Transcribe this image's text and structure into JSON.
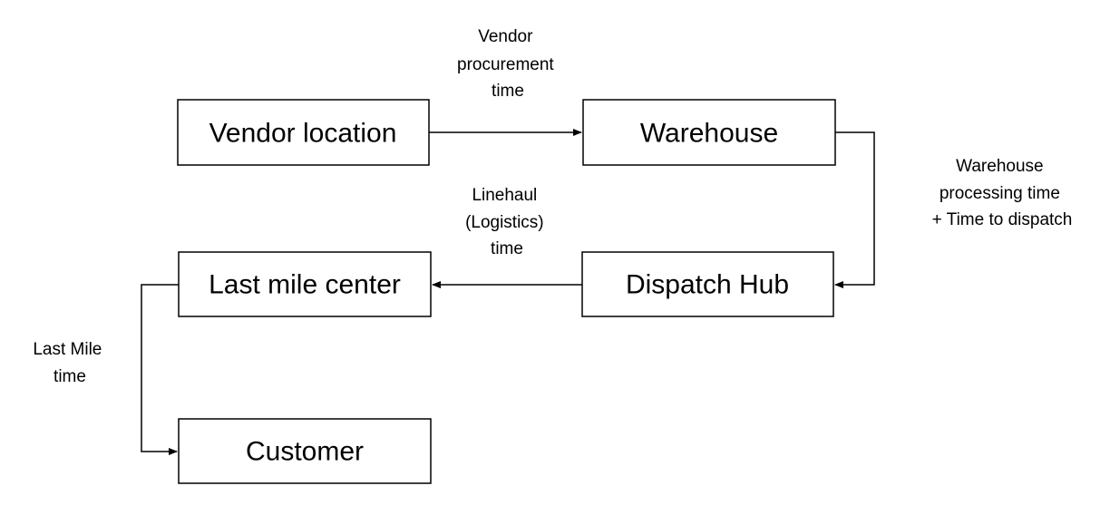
{
  "nodes": {
    "vendor_location": "Vendor location",
    "warehouse": "Warehouse",
    "dispatch_hub": "Dispatch Hub",
    "last_mile_center": "Last mile center",
    "customer": "Customer"
  },
  "edges": {
    "vendor_to_warehouse": [
      "Vendor",
      "procurement",
      "time"
    ],
    "warehouse_to_dispatch": [
      "Warehouse",
      "processing time",
      "+ Time to dispatch"
    ],
    "dispatch_to_lastmile": [
      "Linehaul",
      "(Logistics)",
      "time"
    ],
    "lastmile_to_customer": [
      "Last Mile",
      "time"
    ]
  },
  "colors": {
    "line": "#000000",
    "box_fill": "#ffffff",
    "text": "#000000"
  }
}
